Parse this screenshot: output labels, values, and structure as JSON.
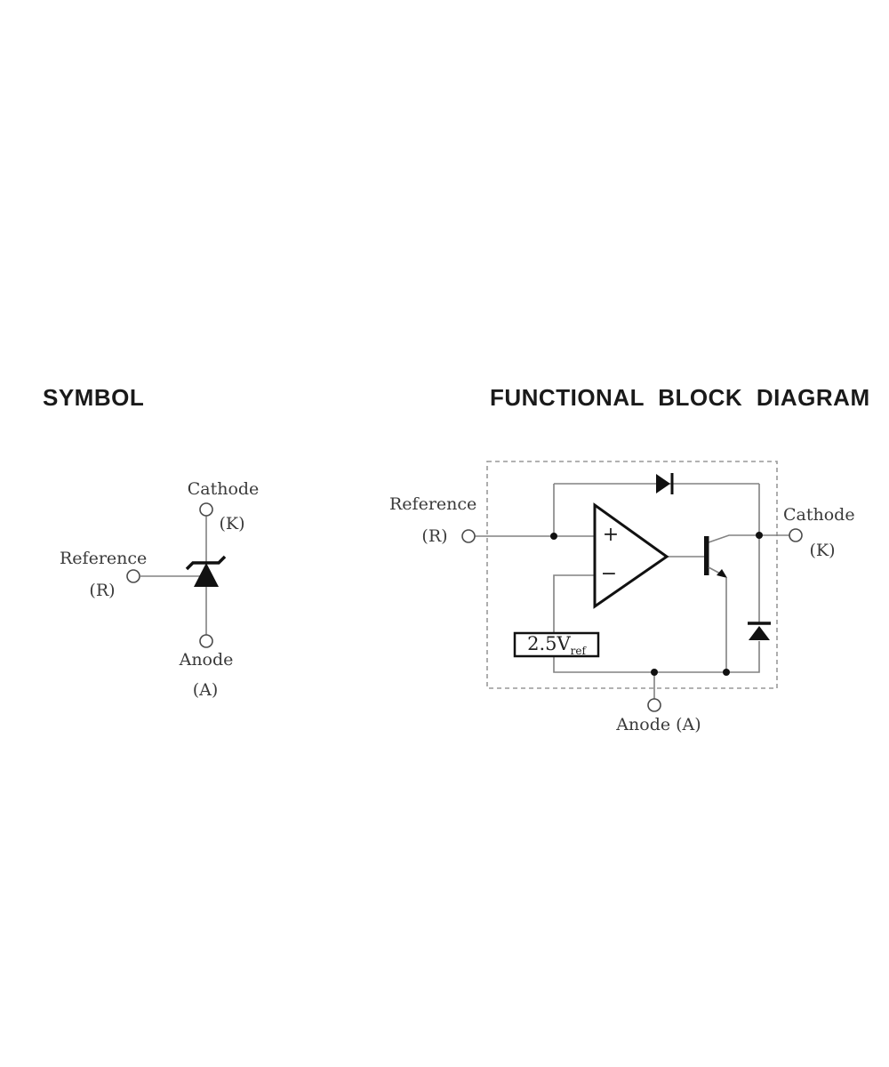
{
  "page": {
    "background": "#ffffff",
    "description_left": "shunt regulator circuit symbol",
    "description_right": "functional block diagram of adjustable shunt regulator"
  },
  "colors": {
    "wire": "#828282",
    "component_black": "#111111",
    "label_text": "#3a3a3a",
    "title_text": "#1a1a1a",
    "dashed_border": "#999999",
    "terminal_stroke": "#4a4a4a",
    "terminal_fill": "#ffffff"
  },
  "symbol_section": {
    "title": "SYMBOL",
    "cathode_label": "Cathode",
    "cathode_pin": "(K)",
    "reference_label": "Reference",
    "reference_pin": "(R)",
    "anode_label": "Anode",
    "anode_pin": "(A)"
  },
  "block_diagram_section": {
    "title": "FUNCTIONAL BLOCK DIAGRAM",
    "reference_label": "Reference",
    "reference_pin": "(R)",
    "cathode_label": "Cathode",
    "cathode_pin": "(K)",
    "anode_label": "Anode (A)",
    "opamp": {
      "plus": "+",
      "minus": "−"
    },
    "vref_block": {
      "value": "2.5V",
      "subscript": "ref"
    }
  }
}
